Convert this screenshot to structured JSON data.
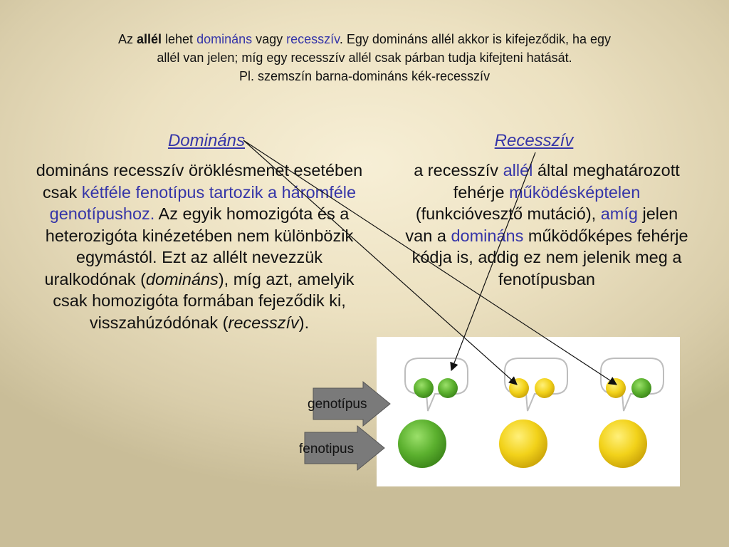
{
  "intro": {
    "l1_az": "Az ",
    "l1_allel": "allél",
    "l1_lehet": " lehet ",
    "l1_dominans": "domináns",
    "l1_vagy": " vagy ",
    "l1_recessziv": "recesszív",
    "l1_rest": ". Egy domináns allél akkor is kifejeződik, ha egy",
    "l2": "allél van jelen; míg egy recesszív allél csak párban tudja kifejteni hatását.",
    "l3": "Pl. szemszín barna-domináns   kék-recesszív"
  },
  "left": {
    "title": "Domináns",
    "t1": "domináns recesszív öröklésmenet esetében csak ",
    "t2_hl": "kétféle fenotípus tartozik a háromféle genotípushoz.",
    "t3": " Az egyik homozigóta és a heterozigóta kinézetében nem különbözik egymástól. Ezt az allélt nevezzük uralkodónak (",
    "t4_it": "domináns",
    "t5": "), míg azt, amelyik csak homozigóta formában fejeződik ki, visszahúzódónak (",
    "t6_it": "recesszív",
    "t7": ")."
  },
  "right": {
    "title": "Recesszív",
    "t1": "a recesszív ",
    "t2_hl": "allél",
    "t3": " által meghatározott fehérje ",
    "t4_hl": "működésképtelen",
    "t5": " (funkcióvesztő mutáció), ",
    "t6_hl": "amíg",
    "t7": " jelen van a ",
    "t8_hl": "domináns",
    "t9": " működőképes fehérje kódja is, addig ez nem jelenik meg a fenotípusban"
  },
  "labels": {
    "genotype": "genotípus",
    "phenotype": "fenotipus"
  },
  "colors": {
    "accent": "#3535a8",
    "green": "#5bb02e",
    "yellow": "#f2d21a",
    "arrow_fill": "#7a7a7a"
  }
}
